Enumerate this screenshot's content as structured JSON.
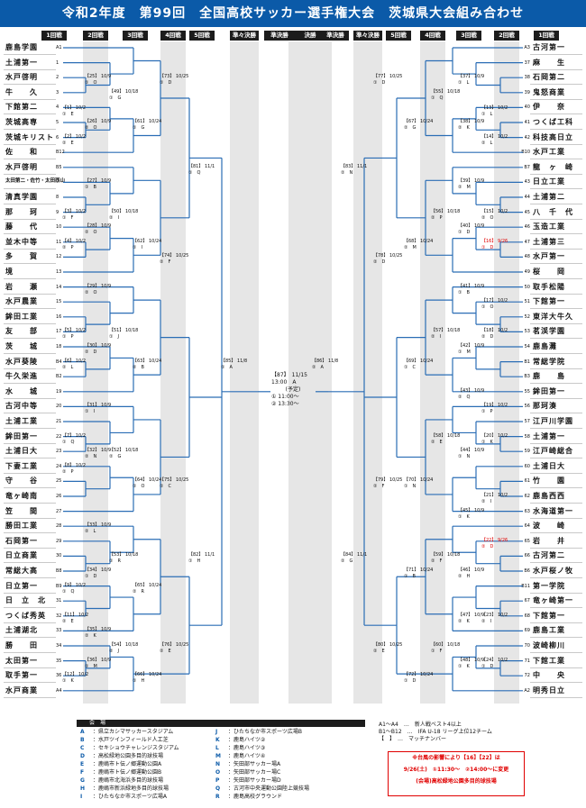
{
  "title": "令和2年度　第99回　全国高校サッカー選手権大会　茨城県大会組み合わせ",
  "round_headers": [
    "1回戦",
    "2回戦",
    "3回戦",
    "4回戦",
    "5回戦",
    "準々決勝",
    "準決勝",
    "決勝",
    "準決勝",
    "準々決勝",
    "5回戦",
    "4回戦",
    "3回戦",
    "2回戦",
    "1回戦"
  ],
  "left_teams": [
    {
      "name": "鹿島学園",
      "slot": "A1"
    },
    {
      "name": "土浦第一",
      "slot": "1"
    },
    {
      "name": "水戸啓明",
      "slot": "2"
    },
    {
      "name": "牛　　久",
      "slot": "3"
    },
    {
      "name": "下館第二",
      "slot": "4"
    },
    {
      "name": "茨城高専",
      "slot": "5"
    },
    {
      "name": "茨城キリスト",
      "slot": "6"
    },
    {
      "name": "佐　　和",
      "slot": "B12"
    },
    {
      "name": "水戸啓明",
      "slot": "B5"
    },
    {
      "name": "太田第二・佐竹・太田西山",
      "slot": "7"
    },
    {
      "name": "清真学園",
      "slot": "8"
    },
    {
      "name": "那　　珂",
      "slot": "9"
    },
    {
      "name": "藤　　代",
      "slot": "10"
    },
    {
      "name": "並木中等",
      "slot": "11"
    },
    {
      "name": "多　　賀",
      "slot": "12"
    },
    {
      "name": "境",
      "slot": "13"
    },
    {
      "name": "岩　　瀬",
      "slot": "14"
    },
    {
      "name": "水戸農業",
      "slot": "15"
    },
    {
      "name": "鉾田工業",
      "slot": "16"
    },
    {
      "name": "友　　部",
      "slot": "17"
    },
    {
      "name": "茨　　城",
      "slot": "18"
    },
    {
      "name": "水戸葵陵",
      "slot": "B4"
    },
    {
      "name": "牛久栄進",
      "slot": "B2"
    },
    {
      "name": "水　　城",
      "slot": "19"
    },
    {
      "name": "古河中等",
      "slot": "20"
    },
    {
      "name": "土浦工業",
      "slot": "21"
    },
    {
      "name": "鉾田第一",
      "slot": "22"
    },
    {
      "name": "土浦日大",
      "slot": "23"
    },
    {
      "name": "下妻工業",
      "slot": "24"
    },
    {
      "name": "守　　谷",
      "slot": "25"
    },
    {
      "name": "竜ヶ崎南",
      "slot": "26"
    },
    {
      "name": "笠　　間",
      "slot": "27"
    },
    {
      "name": "勝田工業",
      "slot": "28"
    },
    {
      "name": "石岡第一",
      "slot": "29"
    },
    {
      "name": "日立商業",
      "slot": "30"
    },
    {
      "name": "常総大高",
      "slot": "B8"
    },
    {
      "name": "日立第一",
      "slot": "B9"
    },
    {
      "name": "日　立　北",
      "slot": "31"
    },
    {
      "name": "つくば秀英",
      "slot": "32"
    },
    {
      "name": "土浦湖北",
      "slot": "33"
    },
    {
      "name": "勝　　田",
      "slot": "34"
    },
    {
      "name": "太田第一",
      "slot": "35"
    },
    {
      "name": "取手第一",
      "slot": "36"
    },
    {
      "name": "水戸商業",
      "slot": "A4"
    }
  ],
  "right_teams": [
    {
      "name": "古河第一",
      "slot": "A3"
    },
    {
      "name": "麻　　生",
      "slot": "37"
    },
    {
      "name": "石岡第二",
      "slot": "38"
    },
    {
      "name": "鬼怒商業",
      "slot": "39"
    },
    {
      "name": "伊　　奈",
      "slot": "40"
    },
    {
      "name": "つくば工科",
      "slot": "41"
    },
    {
      "name": "科技高日立",
      "slot": "42"
    },
    {
      "name": "水戸工業",
      "slot": "B10"
    },
    {
      "name": "龍　ヶ　崎",
      "slot": "B7"
    },
    {
      "name": "日立工業",
      "slot": "43"
    },
    {
      "name": "土浦第二",
      "slot": "44"
    },
    {
      "name": "八　千　代",
      "slot": "45"
    },
    {
      "name": "玉造工業",
      "slot": "46"
    },
    {
      "name": "土浦第三",
      "slot": "47"
    },
    {
      "name": "水戸第一",
      "slot": "48"
    },
    {
      "name": "桜　　岡",
      "slot": "49"
    },
    {
      "name": "取手松陽",
      "slot": "50"
    },
    {
      "name": "下館第一",
      "slot": "51"
    },
    {
      "name": "東洋大牛久",
      "slot": "52"
    },
    {
      "name": "茗渓学園",
      "slot": "53"
    },
    {
      "name": "鹿島灘",
      "slot": "54"
    },
    {
      "name": "常総学院",
      "slot": "B1"
    },
    {
      "name": "鹿　　島",
      "slot": "B3"
    },
    {
      "name": "鉾田第一",
      "slot": "55"
    },
    {
      "name": "那珂湊",
      "slot": "56"
    },
    {
      "name": "江戸川学園",
      "slot": "57"
    },
    {
      "name": "土浦第一",
      "slot": "58"
    },
    {
      "name": "江戸崎総合",
      "slot": "59"
    },
    {
      "name": "土浦日大",
      "slot": "60"
    },
    {
      "name": "竹　　園",
      "slot": "61"
    },
    {
      "name": "鹿島西西",
      "slot": "62"
    },
    {
      "name": "水海道第一",
      "slot": "63"
    },
    {
      "name": "波　　崎",
      "slot": "64"
    },
    {
      "name": "岩　　井",
      "slot": "65"
    },
    {
      "name": "古河第二",
      "slot": "66"
    },
    {
      "name": "水戸桜ノ牧",
      "slot": "B6"
    },
    {
      "name": "第一学院",
      "slot": "B11"
    },
    {
      "name": "竜ヶ崎第一",
      "slot": "67"
    },
    {
      "name": "下館第一",
      "slot": "68"
    },
    {
      "name": "鹿島工業",
      "slot": "69"
    },
    {
      "name": "波崎柳川",
      "slot": "70"
    },
    {
      "name": "下館工業",
      "slot": "71"
    },
    {
      "name": "中　　央",
      "slot": "72"
    },
    {
      "name": "明秀日立",
      "slot": "A2"
    }
  ],
  "matches": [
    {
      "id": "L1",
      "no": "【1】",
      "date": "10/2",
      "venue": "①　E"
    },
    {
      "id": "L2",
      "no": "【2】",
      "date": "10/2",
      "venue": "②　E"
    },
    {
      "id": "L3",
      "no": "【3】",
      "date": "10/2",
      "venue": "①　F"
    },
    {
      "id": "L4",
      "no": "【4】",
      "date": "10/2",
      "venue": "②　P"
    },
    {
      "id": "L5",
      "no": "【5】",
      "date": "10/2",
      "venue": "①　P"
    },
    {
      "id": "L6",
      "no": "【6】",
      "date": "10/2",
      "venue": "②　L"
    },
    {
      "id": "L7",
      "no": "【7】",
      "date": "10/2",
      "venue": "①　Q"
    },
    {
      "id": "L8",
      "no": "【8】",
      "date": "10/2",
      "venue": "②　P"
    },
    {
      "id": "L9",
      "no": "【9】",
      "date": "10/2",
      "venue": "①　Q"
    },
    {
      "id": "L11",
      "no": "【11】",
      "date": "10/2",
      "venue": "②　E"
    },
    {
      "id": "L12",
      "no": "【12】",
      "date": "10/2",
      "venue": "①　K"
    },
    {
      "id": "L25",
      "no": "【25】",
      "date": "10/9",
      "venue": "①　O"
    },
    {
      "id": "L26",
      "no": "【26】",
      "date": "10/9",
      "venue": "②　O"
    },
    {
      "id": "L27",
      "no": "【27】",
      "date": "10/9",
      "venue": "①　B"
    },
    {
      "id": "L28",
      "no": "【28】",
      "date": "10/9",
      "venue": "②　O"
    },
    {
      "id": "L29",
      "no": "【29】",
      "date": "10/9",
      "venue": "②　O"
    },
    {
      "id": "L30",
      "no": "【30】",
      "date": "10/9",
      "venue": "②　D"
    },
    {
      "id": "L31",
      "no": "【31】",
      "date": "10/9",
      "venue": "①　I"
    },
    {
      "id": "L32",
      "no": "【32】",
      "date": "10/9",
      "venue": "②　N"
    },
    {
      "id": "L33",
      "no": "【33】",
      "date": "10/9",
      "venue": "②　L"
    },
    {
      "id": "L34",
      "no": "【34】",
      "date": "10/9",
      "venue": "①　D"
    },
    {
      "id": "L35",
      "no": "【35】",
      "date": "10/9",
      "venue": "②　K"
    },
    {
      "id": "L36",
      "no": "【36】",
      "date": "10/9",
      "venue": "①　M"
    },
    {
      "id": "L49",
      "no": "【49】",
      "date": "10/18",
      "venue": "①　G"
    },
    {
      "id": "L50",
      "no": "【50】",
      "date": "10/18",
      "venue": "②　I"
    },
    {
      "id": "L51",
      "no": "【51】",
      "date": "10/18",
      "venue": "①　J"
    },
    {
      "id": "L52",
      "no": "【52】",
      "date": "10/18",
      "venue": "②　G"
    },
    {
      "id": "L53",
      "no": "【53】",
      "date": "10/18",
      "venue": "①　R"
    },
    {
      "id": "L54",
      "no": "【54】",
      "date": "10/18",
      "venue": "②　J"
    },
    {
      "id": "L61",
      "no": "【61】",
      "date": "10/24",
      "venue": "①　G"
    },
    {
      "id": "L62",
      "no": "【62】",
      "date": "10/24",
      "venue": "①　I"
    },
    {
      "id": "L63",
      "no": "【63】",
      "date": "10/24",
      "venue": "②　B"
    },
    {
      "id": "L64",
      "no": "【64】",
      "date": "10/24",
      "venue": "①　O"
    },
    {
      "id": "L65",
      "no": "【65】",
      "date": "10/24",
      "venue": "②　R"
    },
    {
      "id": "L66",
      "no": "【66】",
      "date": "10/24",
      "venue": "①　H"
    },
    {
      "id": "L73",
      "no": "【73】",
      "date": "10/25",
      "venue": "①　D"
    },
    {
      "id": "L74",
      "no": "【74】",
      "date": "10/25",
      "venue": "②　F"
    },
    {
      "id": "L75",
      "no": "【75】",
      "date": "10/25",
      "venue": "①　C"
    },
    {
      "id": "L76",
      "no": "【76】",
      "date": "10/25",
      "venue": "②　E"
    },
    {
      "id": "L81",
      "no": "【81】",
      "date": "11/1",
      "venue": "①　Q"
    },
    {
      "id": "L82",
      "no": "【82】",
      "date": "11/1",
      "venue": "①　H"
    },
    {
      "id": "L85",
      "no": "【85】",
      "date": "11/8",
      "venue": "①　A"
    },
    {
      "id": "R13",
      "no": "【13】",
      "date": "10/2",
      "venue": "①　L"
    },
    {
      "id": "R14",
      "no": "【14】",
      "date": "10/2",
      "venue": "②　L"
    },
    {
      "id": "R15",
      "no": "【15】",
      "date": "10/2",
      "venue": "②　O"
    },
    {
      "id": "R16",
      "no": "【16】",
      "date": "9/26",
      "venue": "①　D",
      "red": true
    },
    {
      "id": "R17",
      "no": "【17】",
      "date": "10/2",
      "venue": "①　O"
    },
    {
      "id": "R18",
      "no": "【18】",
      "date": "10/2",
      "venue": "②　D"
    },
    {
      "id": "R19",
      "no": "【19】",
      "date": "10/2",
      "venue": "①　P"
    },
    {
      "id": "R20",
      "no": "【20】",
      "date": "10/2",
      "venue": "①　K"
    },
    {
      "id": "R21",
      "no": "【21】",
      "date": "10/2",
      "venue": "②　I"
    },
    {
      "id": "R22",
      "no": "【22】",
      "date": "9/26",
      "venue": "②　D",
      "red": true
    },
    {
      "id": "R23",
      "no": "【23】",
      "date": "10/2",
      "venue": "②　I"
    },
    {
      "id": "R24",
      "no": "【24】",
      "date": "10/2",
      "venue": "①　D"
    },
    {
      "id": "R37",
      "no": "【37】",
      "date": "10/9",
      "venue": "①　L"
    },
    {
      "id": "R38",
      "no": "【38】",
      "date": "10/9",
      "venue": "②　K"
    },
    {
      "id": "R39",
      "no": "【39】",
      "date": "10/9",
      "venue": "②　M"
    },
    {
      "id": "R40",
      "no": "【40】",
      "date": "10/9",
      "venue": "①　D"
    },
    {
      "id": "R41",
      "no": "【41】",
      "date": "10/9",
      "venue": "①　B"
    },
    {
      "id": "R42",
      "no": "【42】",
      "date": "10/9",
      "venue": "①　M"
    },
    {
      "id": "R43",
      "no": "【43】",
      "date": "10/9",
      "venue": "②　Q"
    },
    {
      "id": "R44",
      "no": "【44】",
      "date": "10/9",
      "venue": "①　N"
    },
    {
      "id": "R45",
      "no": "【45】",
      "date": "10/9",
      "venue": "①　K"
    },
    {
      "id": "R46",
      "no": "【46】",
      "date": "10/9",
      "venue": "②　H"
    },
    {
      "id": "R47",
      "no": "【47】",
      "date": "10/9",
      "venue": "②　K"
    },
    {
      "id": "R48",
      "no": "【48】",
      "date": "10/9",
      "venue": "①　K"
    },
    {
      "id": "R55",
      "no": "【55】",
      "date": "10/18",
      "venue": "①　Q"
    },
    {
      "id": "R56",
      "no": "【56】",
      "date": "10/18",
      "venue": "②　P"
    },
    {
      "id": "R57",
      "no": "【57】",
      "date": "10/18",
      "venue": "②　I"
    },
    {
      "id": "R58",
      "no": "【58】",
      "date": "10/18",
      "venue": "②　E"
    },
    {
      "id": "R59",
      "no": "【59】",
      "date": "10/18",
      "venue": "②　F"
    },
    {
      "id": "R60",
      "no": "【60】",
      "date": "10/18",
      "venue": "①　F"
    },
    {
      "id": "R67",
      "no": "【67】",
      "date": "10/24",
      "venue": "②　G"
    },
    {
      "id": "R68",
      "no": "【68】",
      "date": "10/24",
      "venue": "②　M"
    },
    {
      "id": "R69",
      "no": "【69】",
      "date": "10/24",
      "venue": "①　C"
    },
    {
      "id": "R70",
      "no": "【70】",
      "date": "10/24",
      "venue": "①　N"
    },
    {
      "id": "R71",
      "no": "【71】",
      "date": "10/24",
      "venue": "①　B"
    },
    {
      "id": "R72",
      "no": "【72】",
      "date": "10/24",
      "venue": "①　D"
    },
    {
      "id": "R77",
      "no": "【77】",
      "date": "10/25",
      "venue": "①　D"
    },
    {
      "id": "R78",
      "no": "【78】",
      "date": "10/25",
      "venue": "②　D"
    },
    {
      "id": "R79",
      "no": "【79】",
      "date": "10/25",
      "venue": "②　F"
    },
    {
      "id": "R80",
      "no": "【80】",
      "date": "10/25",
      "venue": "②　E"
    },
    {
      "id": "R83",
      "no": "【83】",
      "date": "11/1",
      "venue": "②　N"
    },
    {
      "id": "R84",
      "no": "【84】",
      "date": "11/1",
      "venue": "②　G"
    },
    {
      "id": "R86",
      "no": "【86】",
      "date": "11/8",
      "venue": "②　A"
    }
  ],
  "final": {
    "no": "【87】",
    "date": "11/15",
    "time": "13:00",
    "venue": "A",
    "note": "(予定)",
    "alt1": "① 11:00～",
    "alt2": "② 13:30～"
  },
  "legend": {
    "header": "会　場",
    "items": [
      {
        "k": "A",
        "v": "：県立カシマサッカースタジアム"
      },
      {
        "k": "B",
        "v": "：水戸ツインフィールド人工芝"
      },
      {
        "k": "C",
        "v": "：セキショウチャレンジスタジアム"
      },
      {
        "k": "D",
        "v": "：高松緑地公園多目的球技場"
      },
      {
        "k": "E",
        "v": "：鹿嶋市ト伝ノ郷運動公園A"
      },
      {
        "k": "F",
        "v": "：鹿嶋市ト伝ノ郷運動公園B"
      },
      {
        "k": "G",
        "v": "：鹿嶋市北海浜多目的球技場"
      },
      {
        "k": "H",
        "v": "：鹿嶋市新浜緑地多目的球技場"
      },
      {
        "k": "I",
        "v": "：ひたちなか市スポーツ広場A"
      },
      {
        "k": "J",
        "v": "：ひたちなか市スポーツ広場B"
      },
      {
        "k": "K",
        "v": "：鹿島ハイツ②"
      },
      {
        "k": "L",
        "v": "：鹿島ハイツ③"
      },
      {
        "k": "M",
        "v": "：鹿島ハイツ④"
      },
      {
        "k": "N",
        "v": "：矢田部サッカー場A"
      },
      {
        "k": "O",
        "v": "：矢田部サッカー場C"
      },
      {
        "k": "P",
        "v": "：矢田部サッカー場D"
      },
      {
        "k": "Q",
        "v": "：古河市中央運動公園陸上競技場"
      },
      {
        "k": "R",
        "v": "：鹿島高校グラウンド"
      }
    ]
  },
  "notes": [
    "A1～A4　…　新人戦ベスト4以上",
    "B1～B12　…　IFA U-18 リーグ上位12チーム",
    "【　】　…　マッチナンバー"
  ],
  "change_notice": {
    "line1": "※台風の影響により【16】【22】は",
    "line2": "9/26(土)　①11:30～　②14:00～に変更",
    "line3": "(会場)高松緑地公園多目的球技場"
  }
}
